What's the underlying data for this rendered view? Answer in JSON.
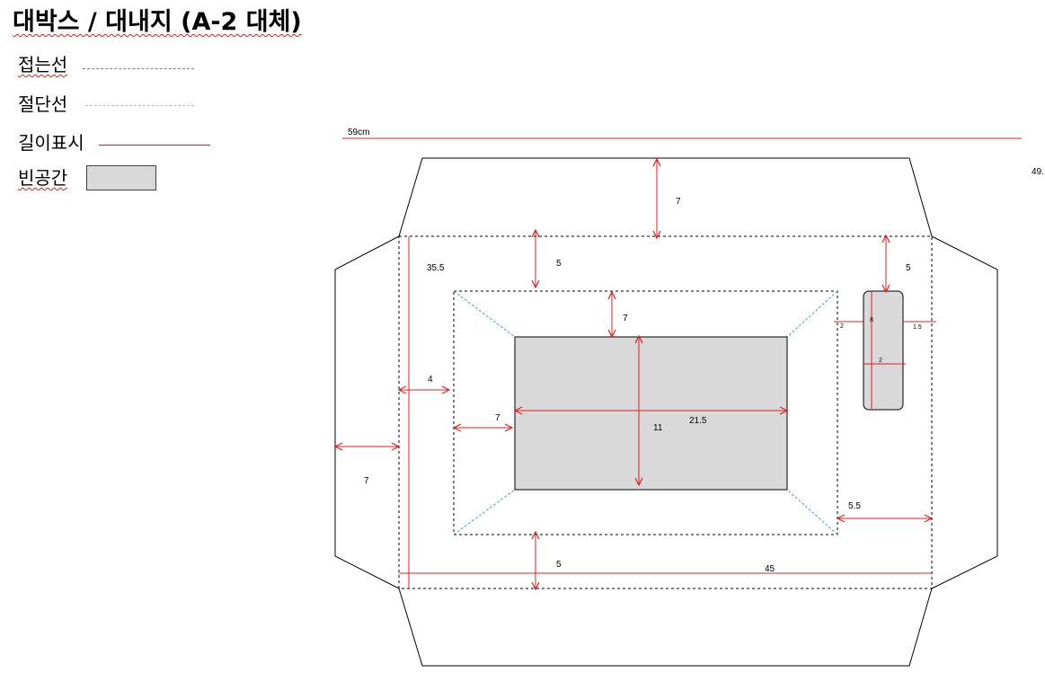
{
  "title": "대박스 / 대내지 (A-2 대체)",
  "legend": {
    "fold": "접는선",
    "cut": "절단선",
    "length": "길이표시",
    "empty": "빈공간"
  },
  "dims": {
    "overall_width": "59cm",
    "overall_height": "49.",
    "top_flap": "7",
    "top_margin": "5",
    "inner_top": "7",
    "right_slot_top": "5",
    "height_inner": "35.5",
    "left_margin": "4",
    "inner_left": "7",
    "window_width": "21.5",
    "window_height": "11",
    "left_flap": "7",
    "right_margin": "5.5",
    "bottom_margin": "5",
    "inner_width": "45",
    "slot_left": "2",
    "slot_height": "8",
    "slot_right": "1.5",
    "slot_width": "2"
  },
  "colors": {
    "dimension": "#e02020",
    "fold": "#000000",
    "cut": "#4aa3c8",
    "empty": "#d9d9d9"
  }
}
